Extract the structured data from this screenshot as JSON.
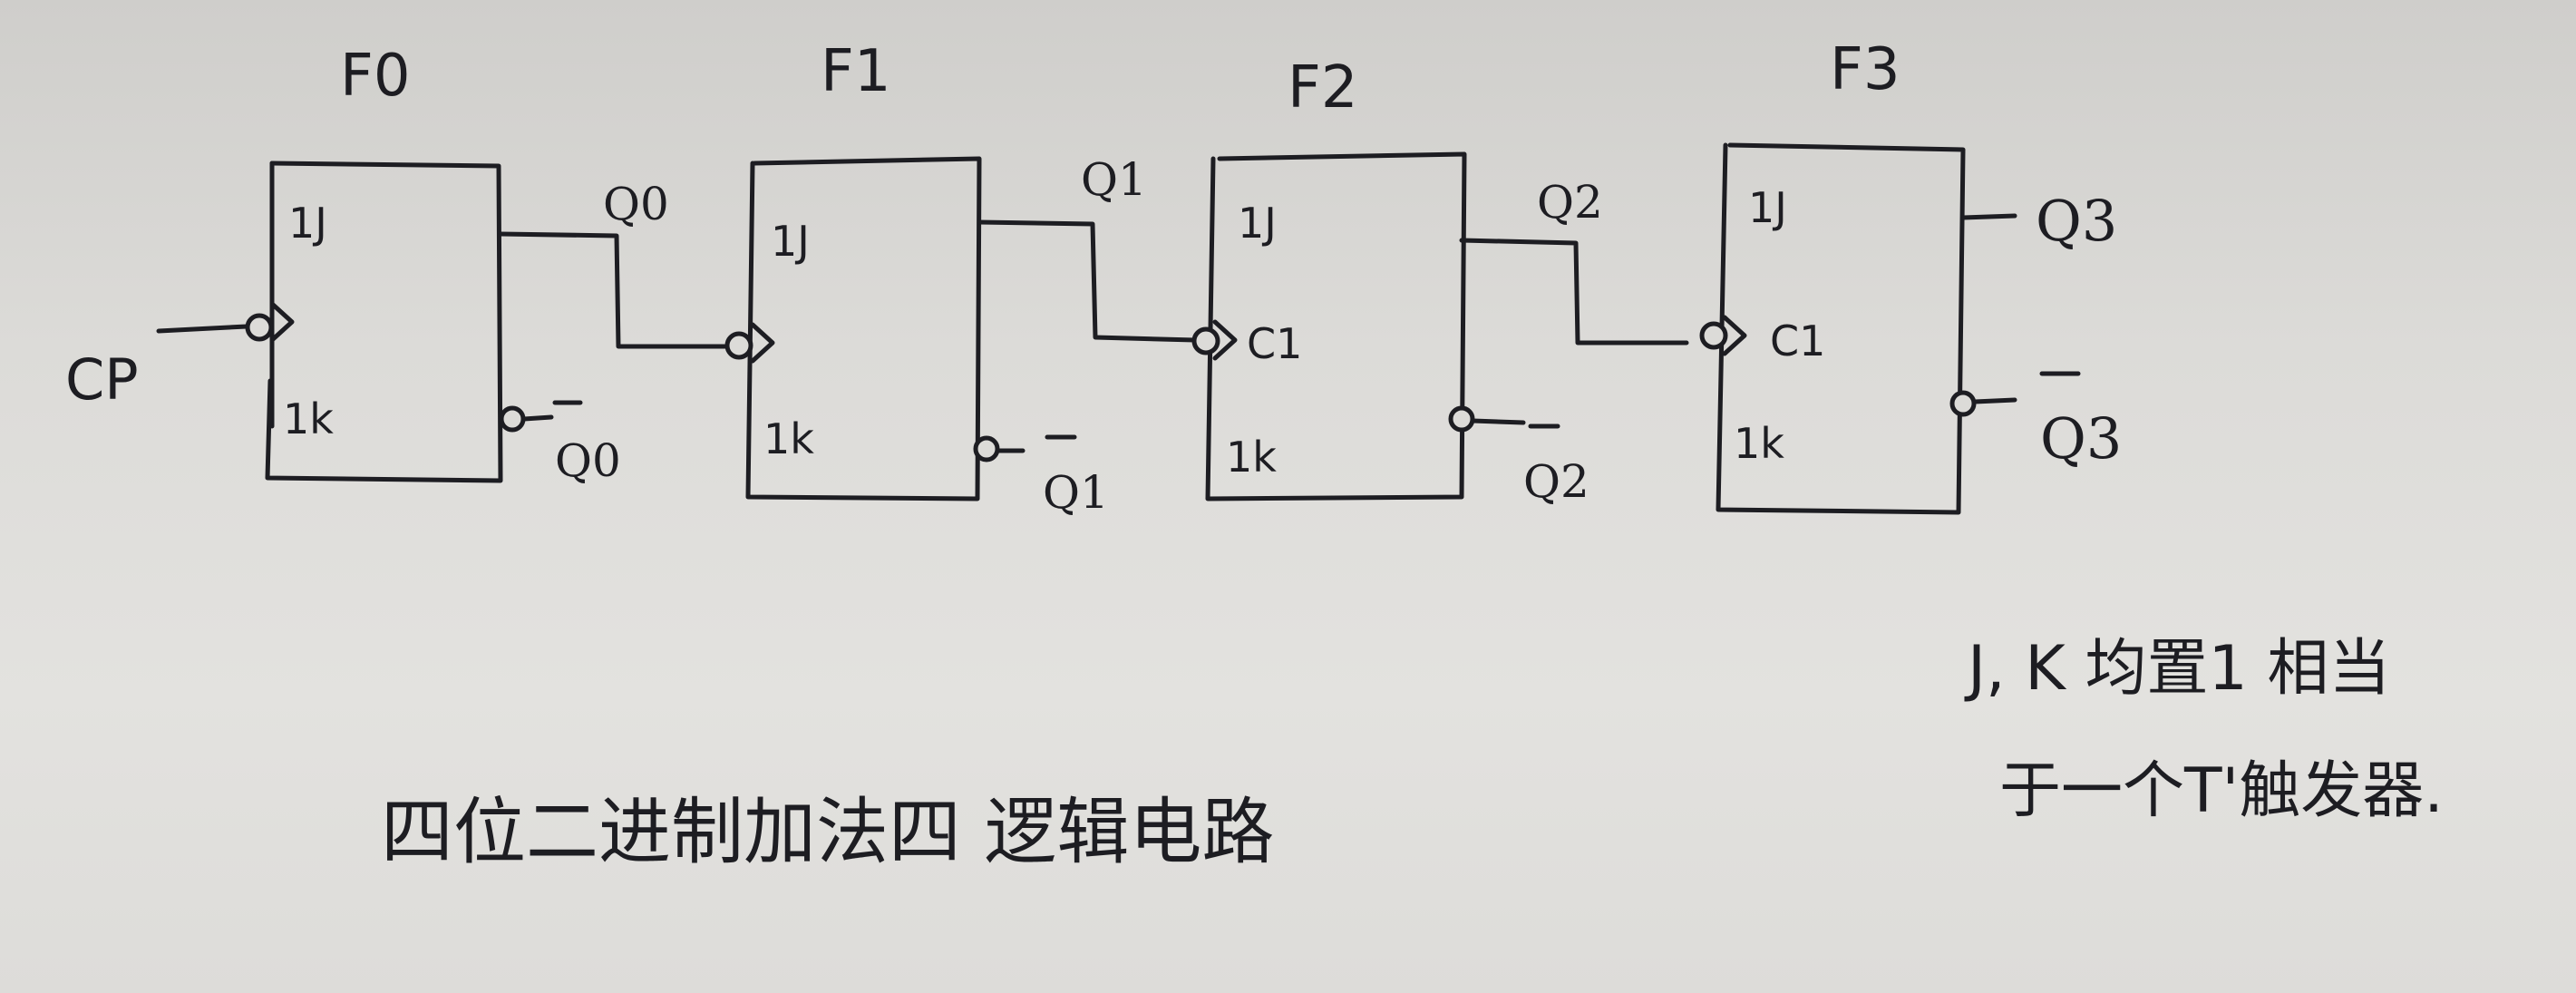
{
  "flipflops": [
    {
      "name": "F0",
      "j_label": "1J",
      "clock_label": "",
      "k_label": "1k",
      "q": "Q0",
      "qbar": "Q0"
    },
    {
      "name": "F1",
      "j_label": "1J",
      "clock_label": "",
      "k_label": "1k",
      "q": "Q1",
      "qbar": "Q1"
    },
    {
      "name": "F2",
      "j_label": "1J",
      "clock_label": "C1",
      "k_label": "1k",
      "q": "Q2",
      "qbar": "Q2"
    },
    {
      "name": "F3",
      "j_label": "1J",
      "clock_label": "C1",
      "k_label": "1k",
      "q": "Q3",
      "qbar": "Q3"
    }
  ],
  "input_label": "CP",
  "note_lines": [
    "J, K 均置1 相当",
    "于一个T'触发器."
  ],
  "caption": "四位二进制加法四 逻辑电路"
}
